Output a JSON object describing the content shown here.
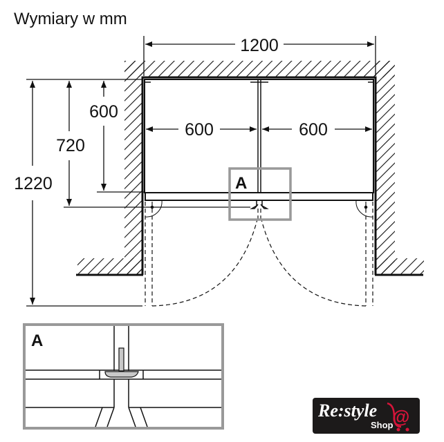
{
  "title": "Wymiary w mm",
  "dimensions": {
    "total_width": "1200",
    "left_width": "600",
    "right_width": "600",
    "depth_body": "600",
    "depth_with_door": "720",
    "depth_door_open": "1220"
  },
  "detail": {
    "marker_label": "A",
    "inset_label": "A"
  },
  "logo": {
    "brand": "Re:style",
    "sub": "Shop",
    "accent_color": "#d8143a"
  }
}
